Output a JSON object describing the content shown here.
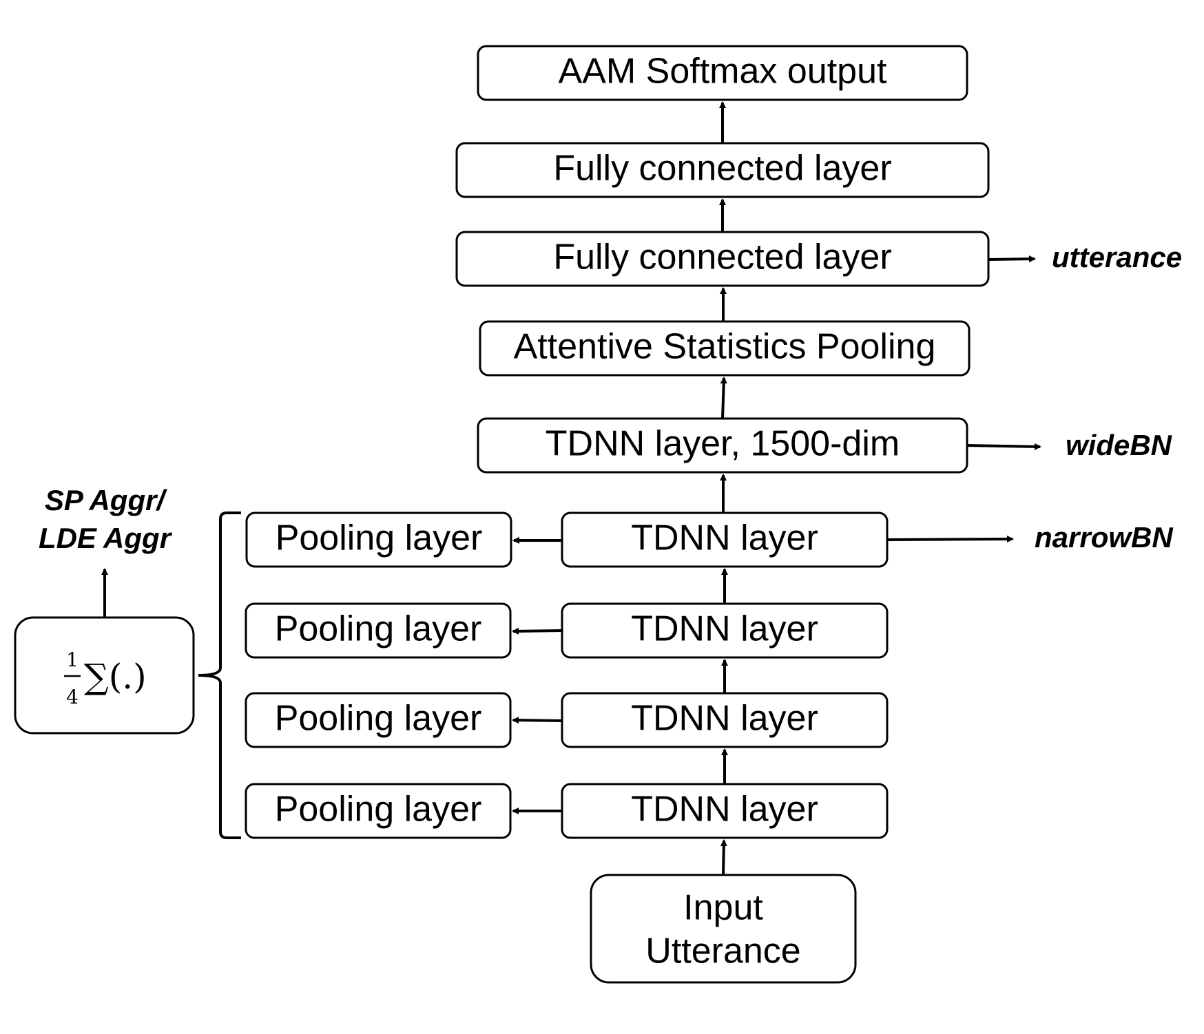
{
  "boxes": {
    "aam_softmax": "AAM Softmax output",
    "fc_top": "Fully connected layer",
    "fc_bottom": "Fully connected layer",
    "attentive_pooling": "Attentive Statistics Pooling",
    "tdnn_wide": "TDNN layer, 1500-dim",
    "tdnn_1": "TDNN layer",
    "tdnn_2": "TDNN layer",
    "tdnn_3": "TDNN layer",
    "tdnn_4": "TDNN layer",
    "pooling_1": "Pooling layer",
    "pooling_2": "Pooling layer",
    "pooling_3": "Pooling layer",
    "pooling_4": "Pooling layer",
    "input_line1": "Input",
    "input_line2": "Utterance"
  },
  "outputs": {
    "utterance": "utterance",
    "wide_bn": "wideBN",
    "narrow_bn": "narrowBN",
    "aggr_line1": "SP Aggr/",
    "aggr_line2": "LDE Aggr"
  },
  "aggregation": {
    "numerator": "1",
    "denominator": "4",
    "operator": "∑(.)"
  },
  "colors": {
    "stroke": "#000000",
    "background": "#ffffff"
  }
}
